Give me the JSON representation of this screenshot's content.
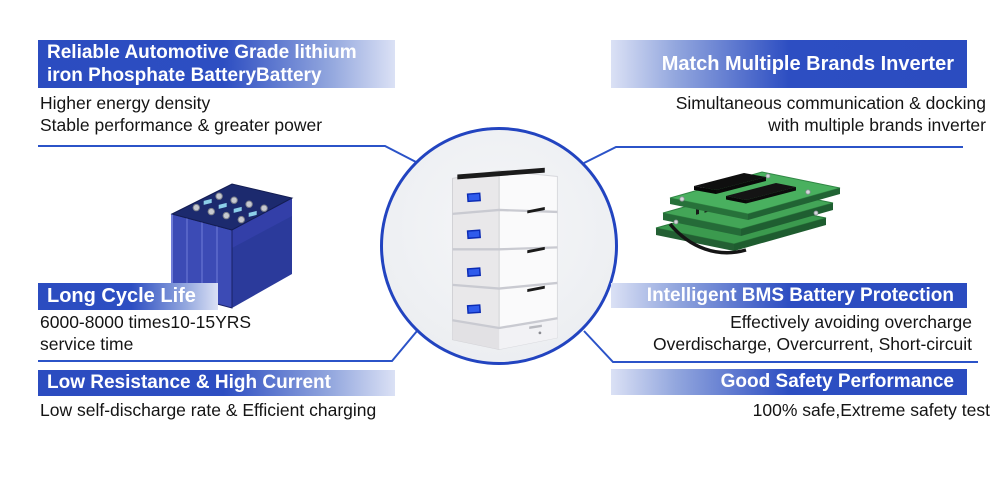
{
  "colors": {
    "banner_blue": "#2b4cc0",
    "banner_fade": "#dbe1f5",
    "connector_blue": "#2b53c8",
    "circle_border": "#2244c0",
    "circle_fill": "#eef0f3",
    "body_text": "#141414"
  },
  "callouts": {
    "top_left": {
      "banner_lines": [
        "Reliable Automotive Grade lithium",
        "iron Phosphate BatteryBattery"
      ],
      "body_lines": [
        "Higher energy density",
        "Stable performance & greater power"
      ]
    },
    "mid_left": {
      "banner": "Long Cycle Life",
      "body_lines": [
        "6000-8000 times10-15YRS",
        "service time"
      ]
    },
    "bottom_left": {
      "banner": "Low Resistance & High Current",
      "body_lines": [
        "Low self-discharge rate & Efficient charging"
      ]
    },
    "top_right": {
      "banner": "Match Multiple Brands Inverter",
      "body_lines": [
        "Simultaneous communication & docking",
        "with multiple brands inverter"
      ]
    },
    "mid_right": {
      "banner": "Intelligent BMS Battery Protection",
      "body_lines": [
        "Effectively avoiding overcharge",
        "Overdischarge, Overcurrent, Short-circuit"
      ]
    },
    "bottom_right": {
      "banner": "Good Safety Performance",
      "body_lines": [
        "100% safe,Extreme safety test"
      ]
    }
  },
  "images": {
    "battery_cells": "blue-prismatic-battery-cells",
    "stacked_battery_tower": "white-stacked-battery-storage-tower",
    "bms_boards": "green-bms-circuit-boards"
  }
}
